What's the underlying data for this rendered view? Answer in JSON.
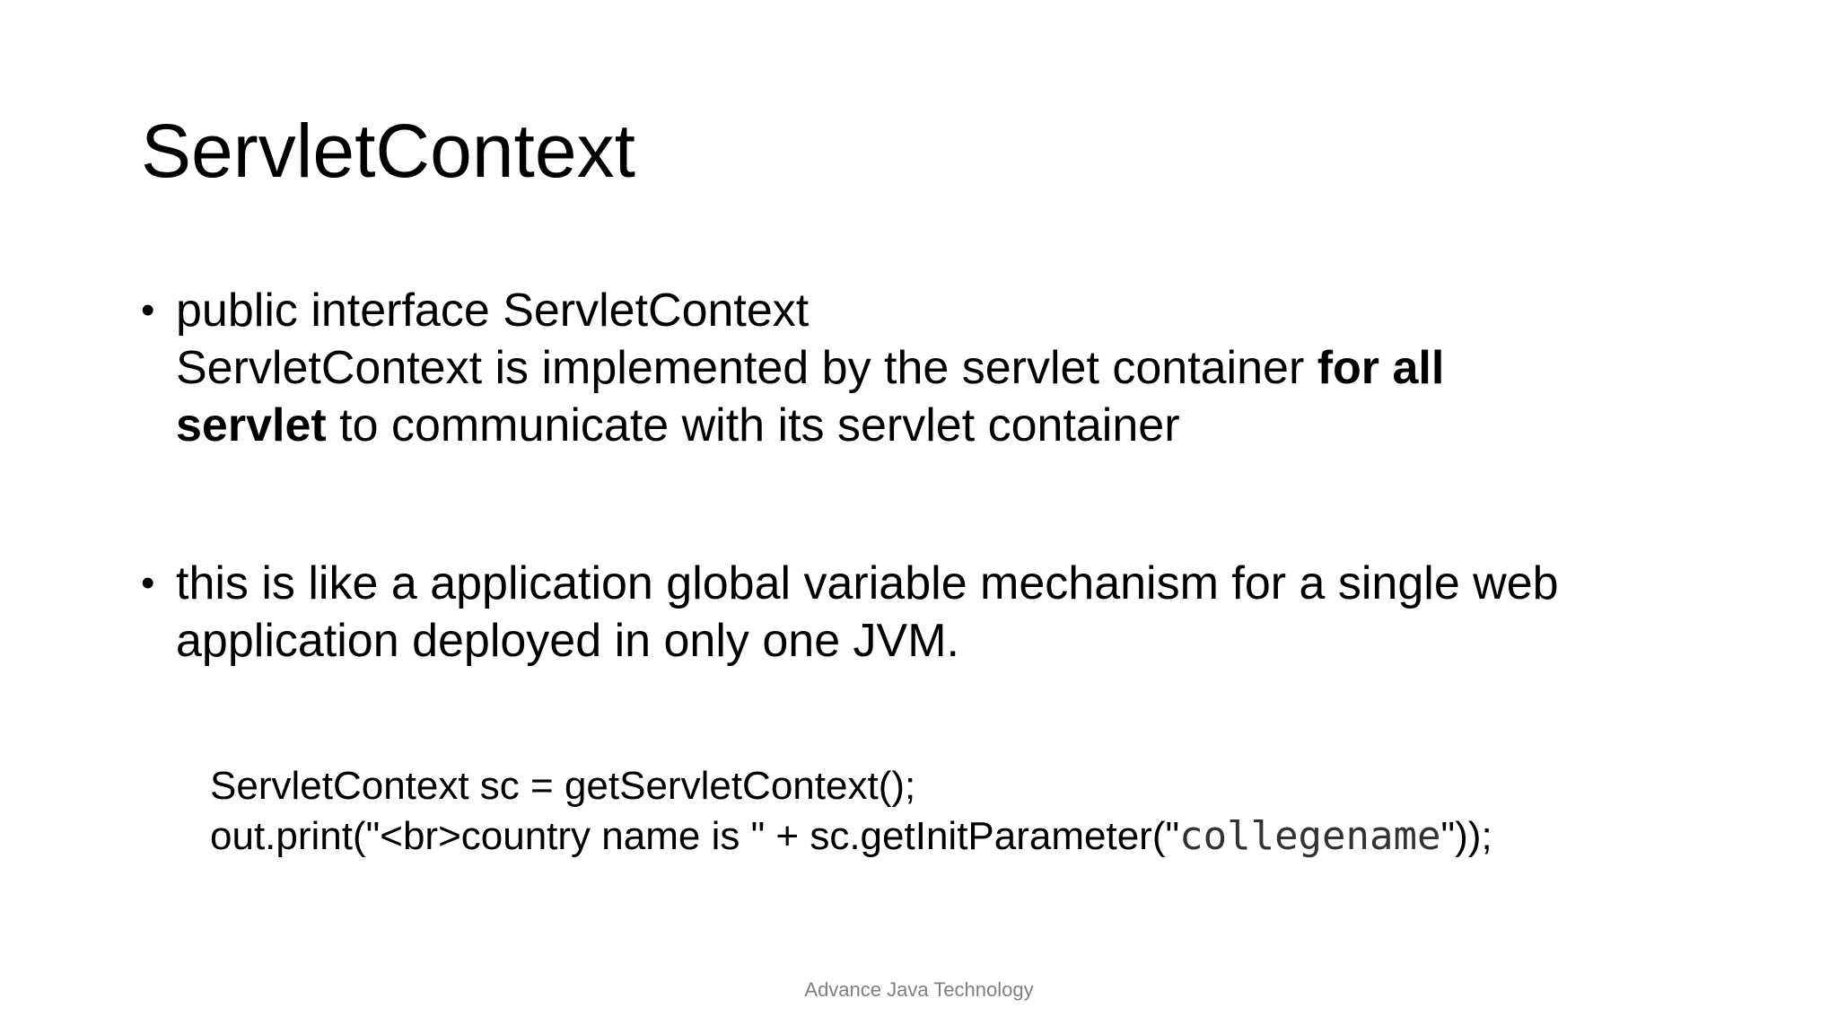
{
  "slide": {
    "title": "ServletContext",
    "bullets": [
      {
        "line1": "public interface ServletContext",
        "line2_pre": "ServletContext is implemented by the servlet container ",
        "line2_bold": "for all",
        "line3_bold": "servlet",
        "line3_post": " to communicate with its servlet container"
      },
      {
        "line1": " this is like a application global variable mechanism for a single web",
        "line2": "application deployed in only one JVM."
      }
    ],
    "bullet_symbol": "•",
    "code": {
      "line1": "ServletContext sc = getServletContext();",
      "line2_pre": "out.print(\"<br>country name is \" + sc.getInitParameter(\"",
      "line2_mono": "collegename",
      "line2_post": "\"));"
    },
    "footer": "Advance Java Technology"
  }
}
